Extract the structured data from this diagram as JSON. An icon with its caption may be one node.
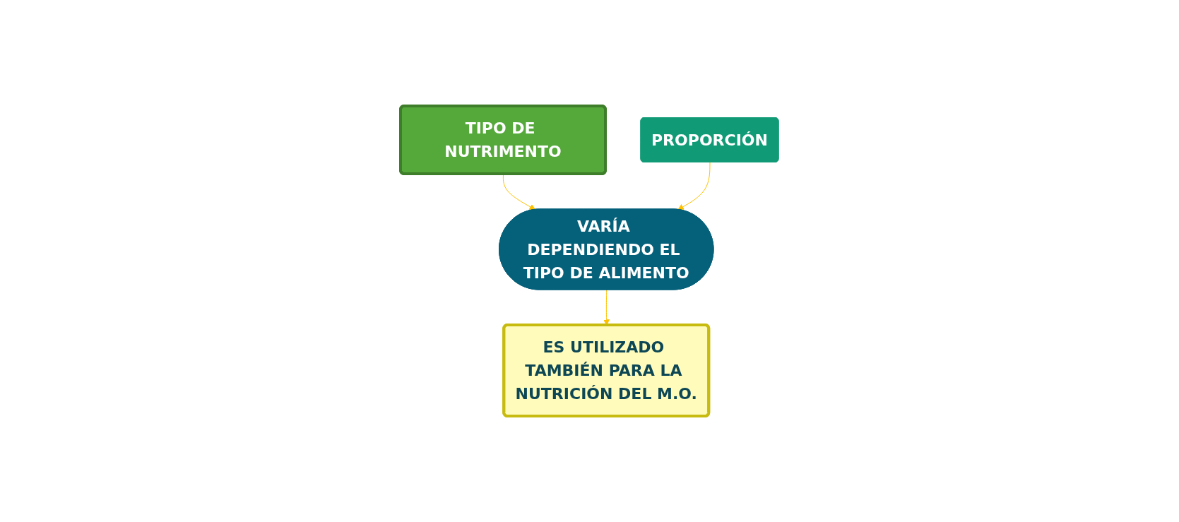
{
  "diagram": {
    "nodes": [
      {
        "text": [
          "TIPO DE NUTRIMENTO"
        ]
      },
      {
        "text": [
          "PROPORCIÓN"
        ]
      },
      {
        "text": [
          "VARÍA DEPENDIENDO EL TIPO DE ALIMENTO"
        ]
      },
      {
        "text": [
          "ES UTILIZADO TAMBIÉN PARA LA NUTRICIÓN DEL M.O."
        ]
      }
    ],
    "edges": [
      {
        "from": 0,
        "to": 2,
        "arrow": "to",
        "color": "#ffc000"
      },
      {
        "from": 1,
        "to": 2,
        "arrow": "to",
        "color": "#ffc000"
      },
      {
        "from": 2,
        "to": 3,
        "arrow": "to",
        "color": "#ffc000"
      }
    ]
  }
}
